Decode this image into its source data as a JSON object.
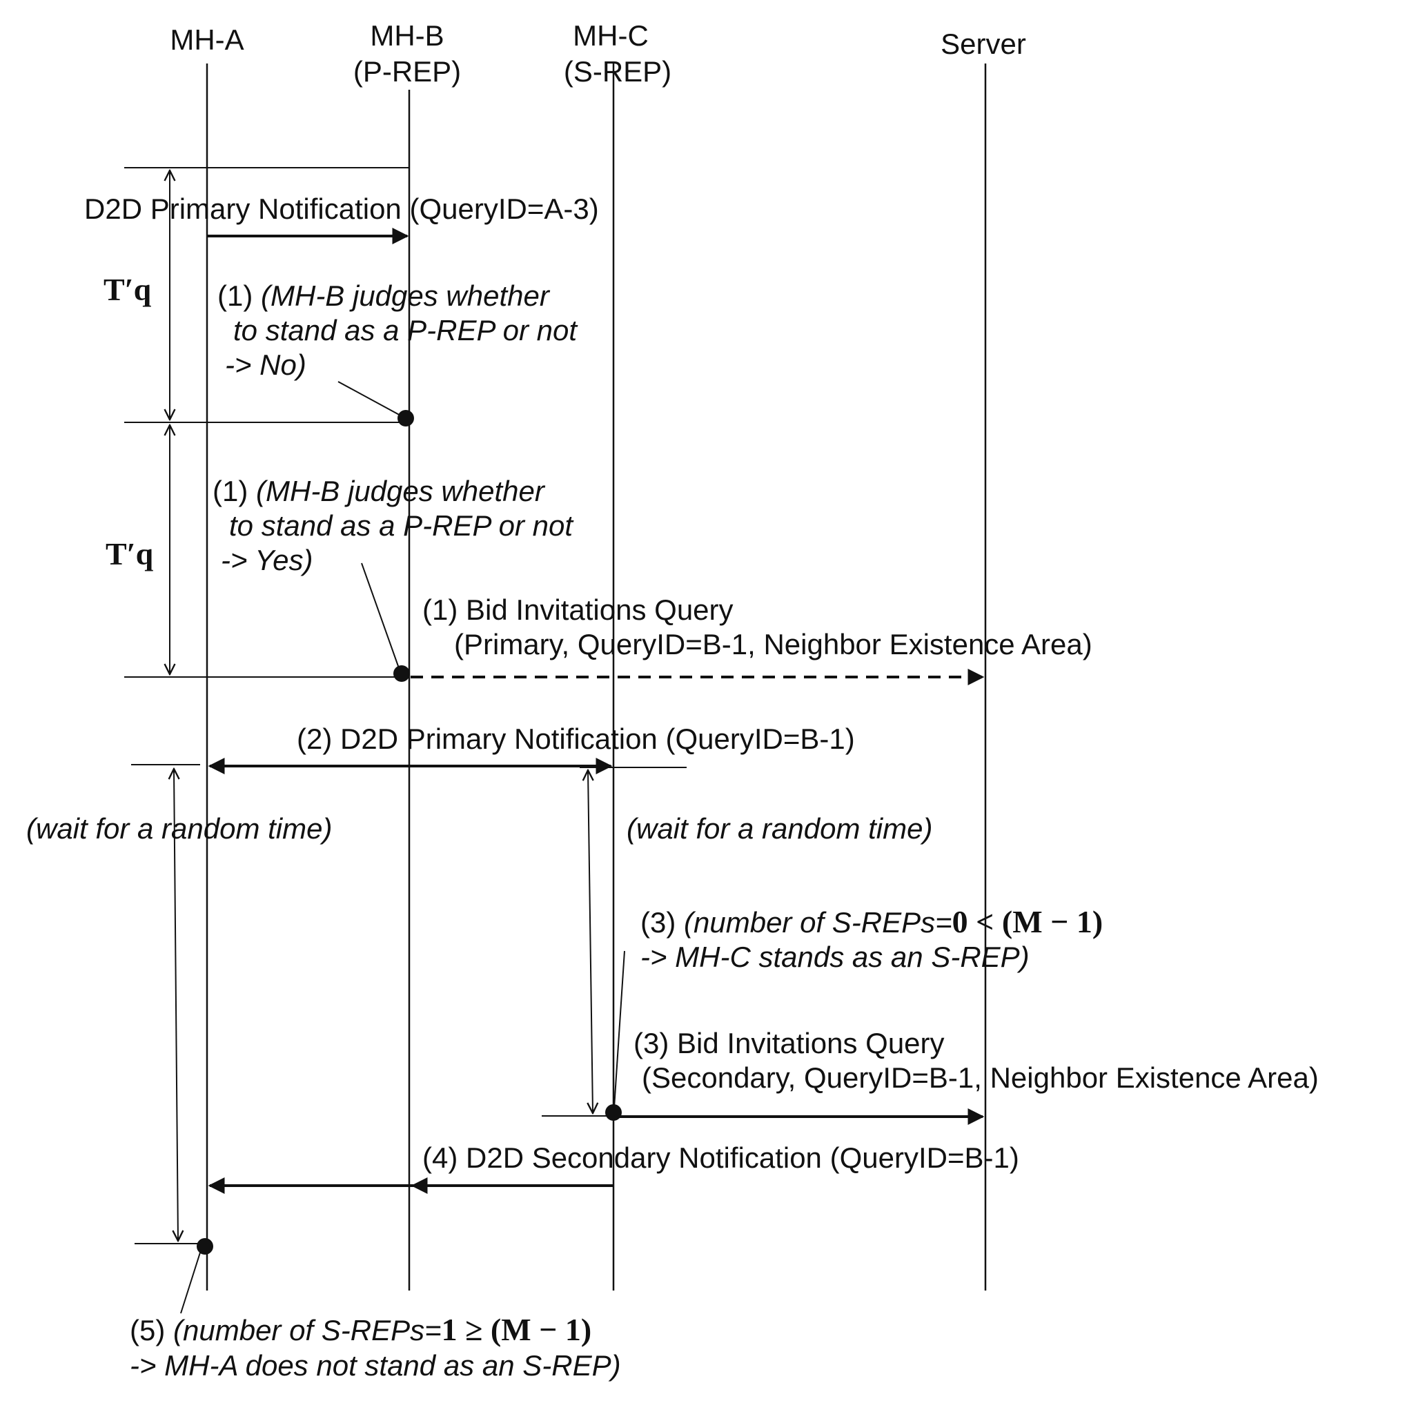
{
  "lanes": [
    {
      "name": "MH-A",
      "sub": ""
    },
    {
      "name": "MH-B",
      "sub": "(P-REP)"
    },
    {
      "name": "MH-C",
      "sub": "(S-REP)"
    },
    {
      "name": "Server",
      "sub": ""
    }
  ],
  "timers": {
    "tq_1": "T′q",
    "tq_2": "T′q"
  },
  "messages": {
    "m1": "D2D Primary Notification (QueryID=A-3)",
    "m2_line1": "(1) Bid Invitations Query",
    "m2_line2": "(Primary, QueryID=B-1, Neighbor Existence Area)",
    "m3": "(2) D2D Primary Notification (QueryID=B-1)",
    "m4_line1": "(3) Bid Invitations Query",
    "m4_line2": "(Secondary, QueryID=B-1, Neighbor Existence Area)",
    "m5": "(4) D2D Secondary Notification (QueryID=B-1)"
  },
  "notes": {
    "n1_prefix": "(1)",
    "n1_line1": "(MH-B judges whether",
    "n1_line2": "to stand as a P-REP or not",
    "n1_line3": "-> No)",
    "n2_prefix": "(1)",
    "n2_line1": "(MH-B judges whether",
    "n2_line2": "to stand as a P-REP or not",
    "n2_line3": "-> Yes)",
    "wait_a": "(wait for a random time)",
    "wait_c": "(wait for a random time)",
    "n3_prefix": "(3)",
    "n3_line1": "(number of S-REPs=",
    "n3_math": "0 < (M − 1)",
    "n3_line2": "-> MH-C stands as an S-REP)",
    "n5_prefix": "(5)",
    "n5_line1": "(number of S-REPs=",
    "n5_math": "1 ≥ (M − 1)",
    "n5_line2": "-> MH-A does not stand as an S-REP)"
  }
}
